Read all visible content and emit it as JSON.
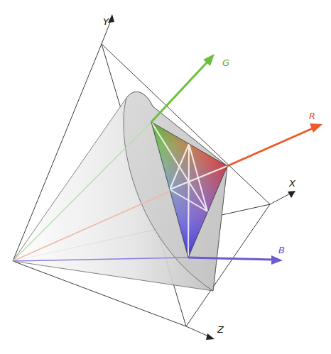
{
  "diagram": {
    "labels": [
      "Y",
      "G",
      "R",
      "X",
      "B",
      "Z"
    ]
  }
}
